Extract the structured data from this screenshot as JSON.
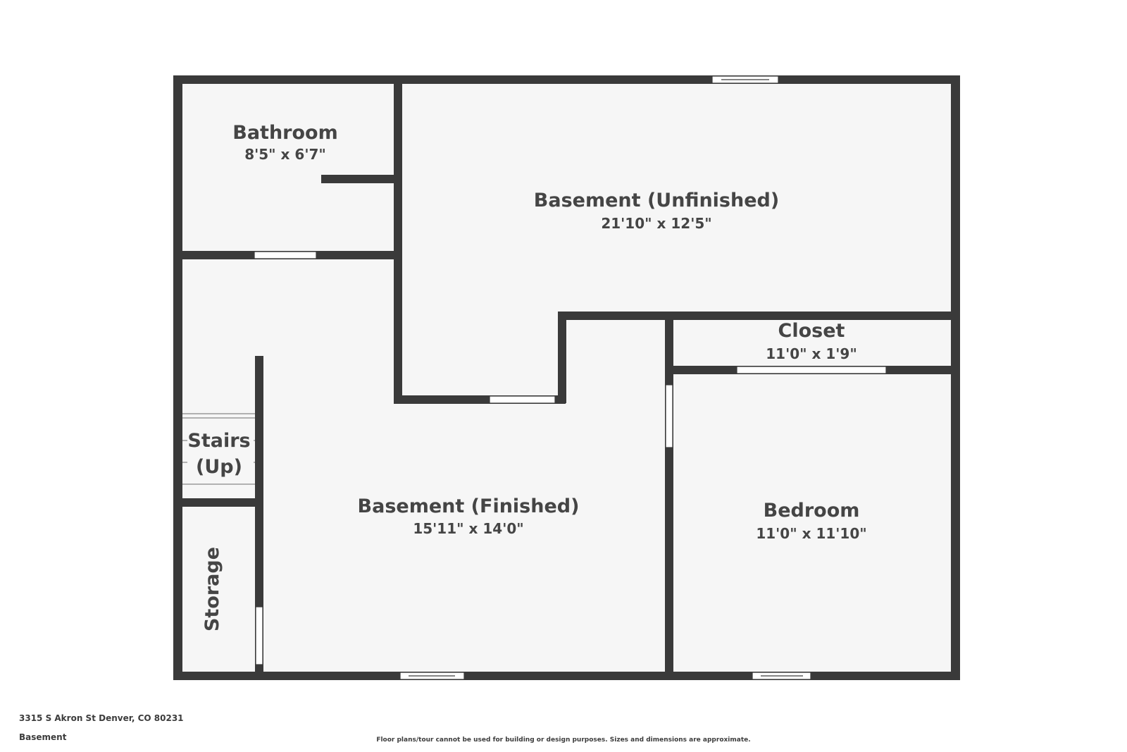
{
  "colors": {
    "wall": "#3a3a3a",
    "floor": "#f6f6f6",
    "text": "#454545",
    "background": "#ffffff"
  },
  "rooms": {
    "bathroom": {
      "name": "Bathroom",
      "dims": "8'5\" x 6'7\""
    },
    "unfinished": {
      "name": "Basement (Unfinished)",
      "dims": "21'10\" x 12'5\""
    },
    "closet": {
      "name": "Closet",
      "dims": "11'0\" x 1'9\""
    },
    "stairs": {
      "name_line1": "Stairs",
      "name_line2": "(Up)"
    },
    "finished": {
      "name": "Basement (Finished)",
      "dims": "15'11\" x 14'0\""
    },
    "bedroom": {
      "name": "Bedroom",
      "dims": "11'0\" x 11'10\""
    },
    "storage": {
      "name": "Storage"
    }
  },
  "footer": {
    "address": "3315 S Akron St Denver, CO 80231",
    "floor": "Basement",
    "disclaimer": "Floor plans/tour cannot be used for building or design purposes. Sizes and dimensions are approximate."
  }
}
